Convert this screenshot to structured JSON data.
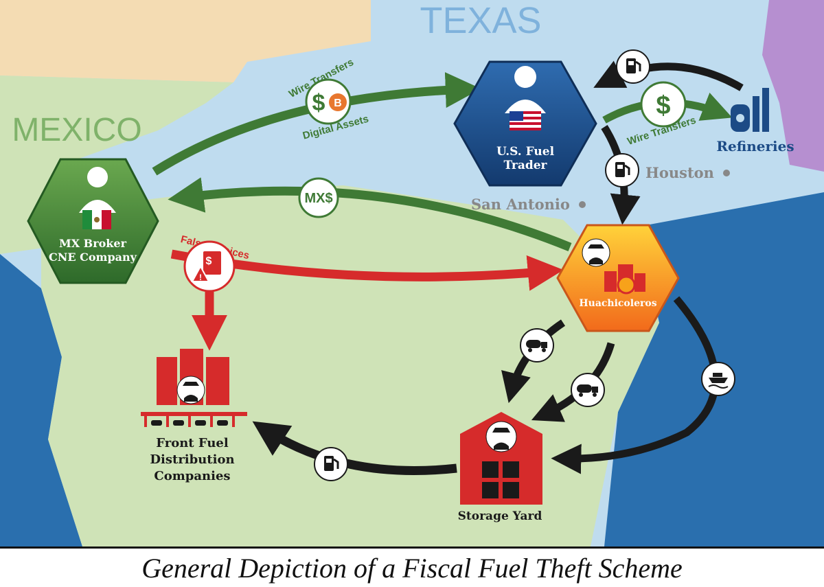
{
  "regions": {
    "texas": "TEXAS",
    "mexico": "MEXICO"
  },
  "cities": {
    "san_antonio": "San Antonio",
    "houston": "Houston"
  },
  "nodes": {
    "us_trader": [
      "U.S. Fuel",
      "Trader"
    ],
    "mx_broker": [
      "MX Broker",
      "CNE Company"
    ],
    "huachicoleros": "Huachicoleros",
    "refineries": "Refineries",
    "front_fuel": [
      "Front Fuel",
      "Distribution",
      "Companies"
    ],
    "storage_yard": "Storage Yard"
  },
  "flows": {
    "wire_transfers_top": "Wire Transfers",
    "digital_assets": "Digital Assets",
    "wire_transfers_right": "Wire Transfers",
    "mxs": "MX$",
    "false_invoices": "False Invoices"
  },
  "caption": "General Depiction of a Fiscal Fuel Theft Scheme",
  "colors": {
    "land_us": "#f4dcb3",
    "land_mx": "#cfe3b7",
    "water": "#bfdcef",
    "deep_water": "#2a6fae",
    "louisiana": "#b68fd0",
    "navy": "#1c4b86",
    "green": "#3f7a35",
    "red": "#d62b2b",
    "orange": "#f7a21a",
    "black": "#1a1a1a"
  }
}
